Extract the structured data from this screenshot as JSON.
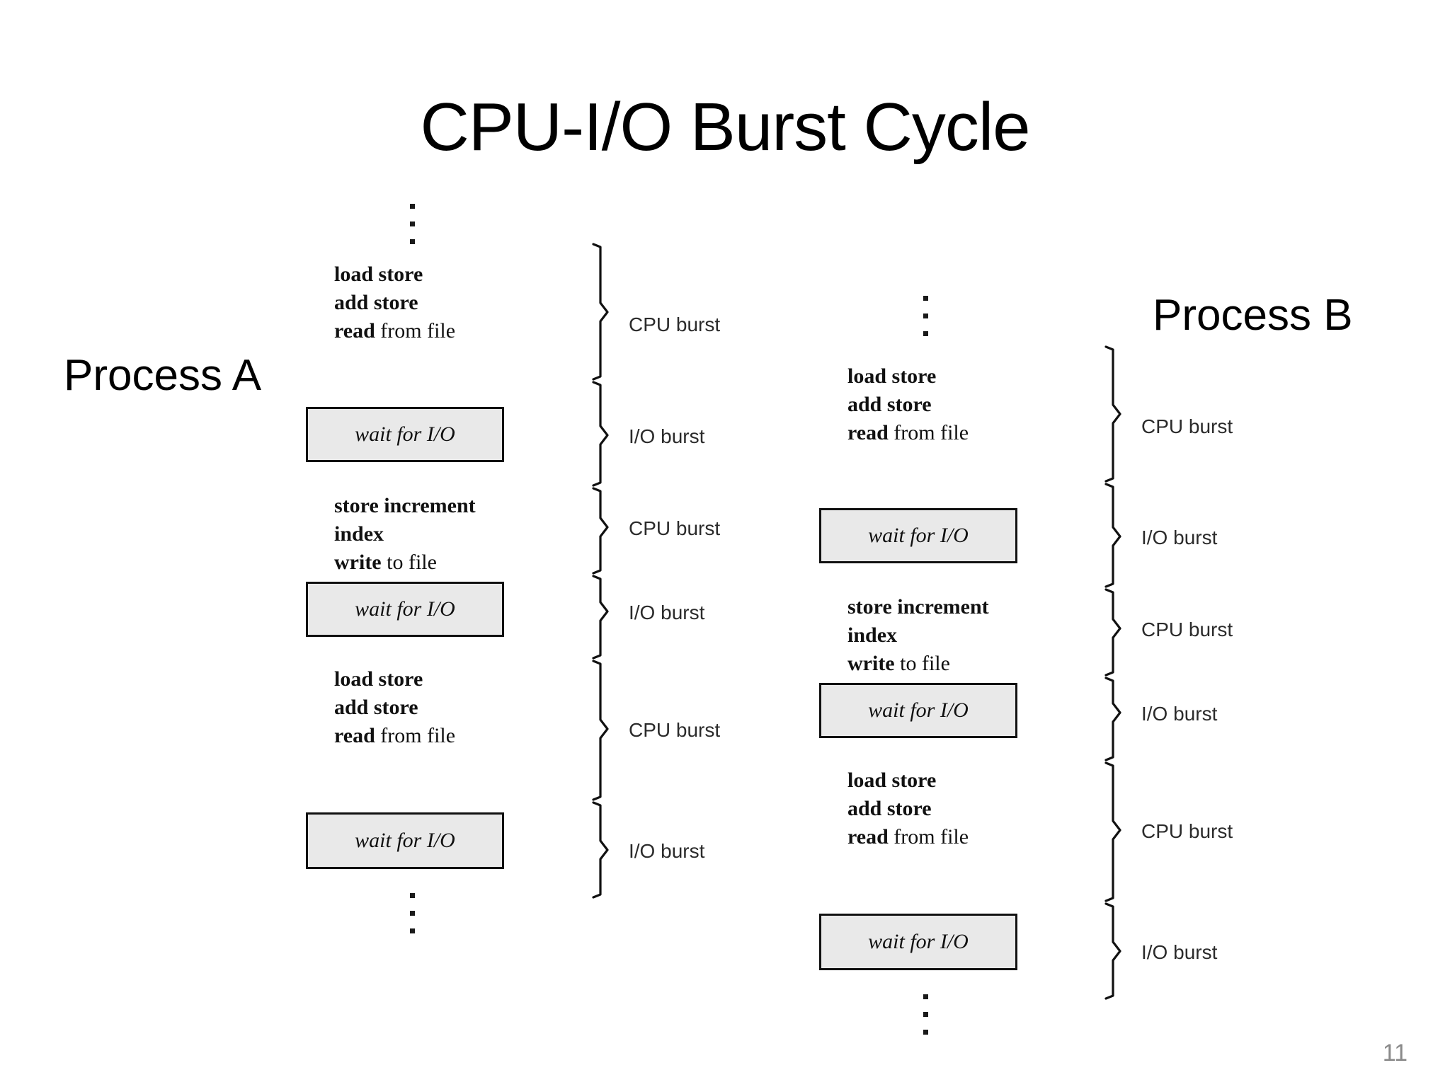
{
  "slide": {
    "title": "CPU-I/O Burst Cycle",
    "page_number": "11"
  },
  "captions": {
    "process_a": "Process A",
    "process_b": "Process B"
  },
  "labels": {
    "cpu_burst": "CPU burst",
    "io_burst": "I/O burst",
    "wait_for_io": "wait for I/O"
  },
  "code": {
    "load_op": "load store",
    "add_op": "add store",
    "read_op": "read",
    "read_arg": "from file",
    "store_inc_op": "store increment",
    "index_op": "index",
    "write_op": "write",
    "write_arg": "to file"
  },
  "process_a": {
    "top_ellipsis": "⋮",
    "segments": [
      {
        "kind": "code",
        "lines": [
          "load store",
          "add store",
          "read from file"
        ]
      },
      {
        "kind": "wait",
        "text": "wait for I/O"
      },
      {
        "kind": "code",
        "lines": [
          "store increment",
          "index",
          "write to file"
        ]
      },
      {
        "kind": "wait",
        "text": "wait for I/O"
      },
      {
        "kind": "code",
        "lines": [
          "load store",
          "add store",
          "read from file"
        ]
      },
      {
        "kind": "wait",
        "text": "wait for I/O"
      }
    ],
    "bursts": [
      "CPU burst",
      "I/O burst",
      "CPU burst",
      "I/O burst",
      "CPU burst",
      "I/O burst"
    ]
  },
  "process_b": {
    "segments": [
      {
        "kind": "code",
        "lines": [
          "load store",
          "add store",
          "read from file"
        ]
      },
      {
        "kind": "wait",
        "text": "wait for I/O"
      },
      {
        "kind": "code",
        "lines": [
          "store increment",
          "index",
          "write to file"
        ]
      },
      {
        "kind": "wait",
        "text": "wait for I/O"
      },
      {
        "kind": "code",
        "lines": [
          "load store",
          "add store",
          "read from file"
        ]
      },
      {
        "kind": "wait",
        "text": "wait for I/O"
      }
    ],
    "bursts": [
      "CPU burst",
      "I/O burst",
      "CPU burst",
      "I/O burst",
      "CPU burst",
      "I/O burst"
    ]
  },
  "colors": {
    "wait_box_fill": "#e9e9e9",
    "wait_box_border": "#111111",
    "text": "#000000",
    "burst_label": "#2b2b2b",
    "page_number": "#8a8a8a"
  }
}
